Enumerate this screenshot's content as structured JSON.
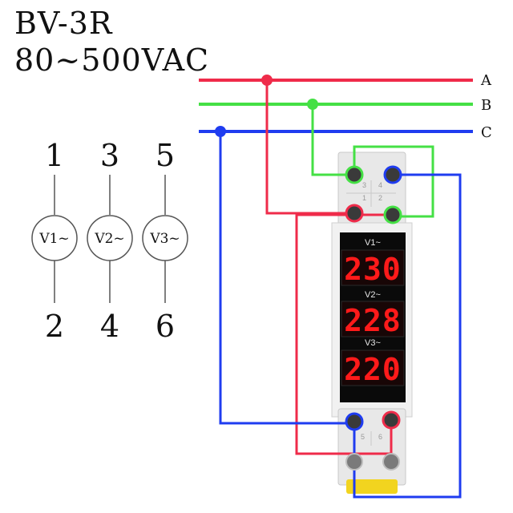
{
  "header": {
    "model": "BV-3R",
    "range": "80~500VAC"
  },
  "phases": [
    {
      "label": "A",
      "color": "#ef2b4a"
    },
    {
      "label": "B",
      "color": "#45e045"
    },
    {
      "label": "C",
      "color": "#1f3cf0"
    }
  ],
  "schematic": {
    "meters": [
      {
        "top_terminal": "1",
        "label": "V1~",
        "bottom_terminal": "2"
      },
      {
        "top_terminal": "3",
        "label": "V2~",
        "bottom_terminal": "4"
      },
      {
        "top_terminal": "5",
        "label": "V3~",
        "bottom_terminal": "6"
      }
    ]
  },
  "device": {
    "top_terminal_labels": [
      "3",
      "4",
      "1",
      "2"
    ],
    "bottom_terminal_labels": [
      "5",
      "6"
    ],
    "displays": [
      {
        "label": "V1~",
        "reading": "230"
      },
      {
        "label": "V2~",
        "reading": "228"
      },
      {
        "label": "V3~",
        "reading": "220"
      }
    ],
    "display_color": "#ff1a1a"
  }
}
